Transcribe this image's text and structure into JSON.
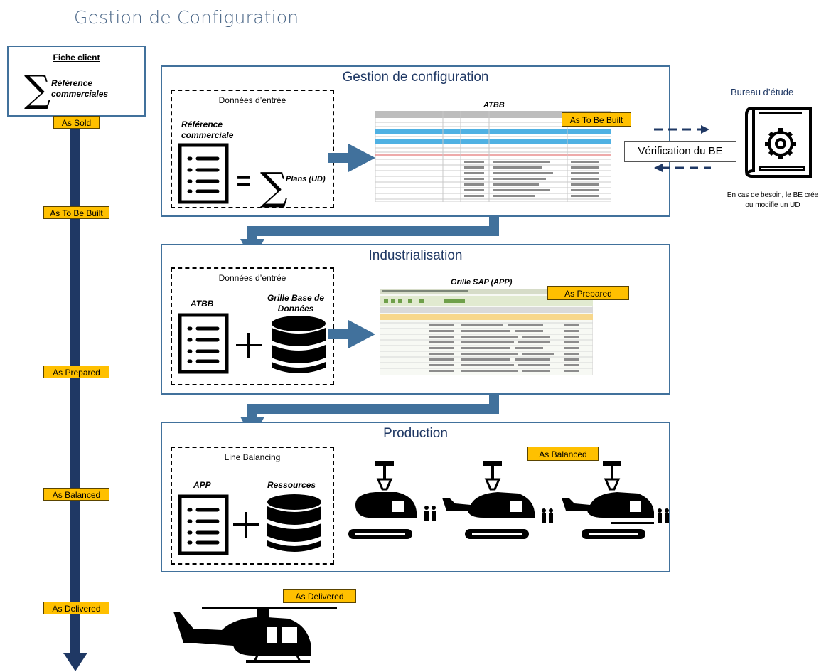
{
  "page_title": "Gestion de Configuration",
  "fiche": {
    "title": "Fiche client",
    "ref_line1": "Référence",
    "ref_line2": "commerciales"
  },
  "timeline": {
    "as_sold": "As Sold",
    "as_to_be_built": "As To Be Built",
    "as_prepared": "As Prepared",
    "as_balanced": "As Balanced",
    "as_delivered": "As Delivered"
  },
  "gestion": {
    "title": "Gestion de configuration",
    "inputs_title": "Données d’entrée",
    "ref_line1": "Référence",
    "ref_line2": "commerciale",
    "plans": "Plans (UD)",
    "atbb_label": "ATBB",
    "tag": "As To Be Built"
  },
  "bureau": {
    "title": "Bureau d’étude",
    "verification": "Vérification du BE",
    "note_line1": "En cas de besoin, le BE crée",
    "note_line2": "ou modifie un UD"
  },
  "industrialisation": {
    "title": "Industrialisation",
    "inputs_title": "Données d’entrée",
    "atbb": "ATBB",
    "grille_line1": "Grille Base de",
    "grille_line2": "Données",
    "sap_label": "Grille SAP (APP)",
    "tag": "As Prepared"
  },
  "production": {
    "title": "Production",
    "inputs_title": "Line Balancing",
    "app": "APP",
    "ressources": "Ressources",
    "tag": "As Balanced"
  },
  "delivered_tag": "As Delivered",
  "colors": {
    "accent_blue": "#41719c",
    "dark_navy": "#1f3864",
    "tag_yellow": "#ffc000"
  }
}
